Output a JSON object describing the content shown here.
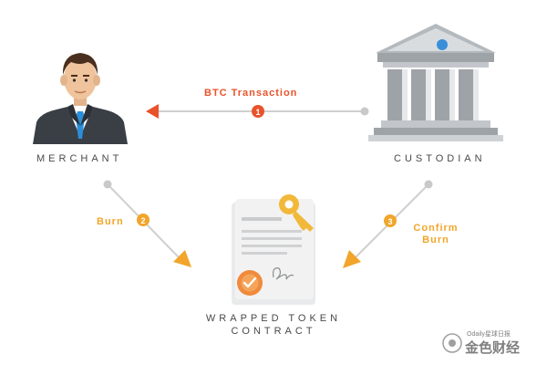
{
  "nodes": {
    "merchant": {
      "label": "MERCHANT"
    },
    "custodian": {
      "label": "CUSTODIAN"
    },
    "contract": {
      "label_line1": "WRAPPED TOKEN",
      "label_line2": "CONTRACT"
    }
  },
  "flows": [
    {
      "step": "1",
      "label": "BTC Transaction",
      "color": "#e8532b"
    },
    {
      "step": "2",
      "label": "Burn",
      "color": "#f2a52a"
    },
    {
      "step": "3",
      "label_line1": "Confirm",
      "label_line2": "Burn",
      "color": "#f2a52a"
    }
  ],
  "colors": {
    "line": "#cfcfcf",
    "red_accent": "#e8532b",
    "orange_accent": "#f2a52a",
    "bank_gray": "#9ea3a8",
    "key_gold": "#f2b83a",
    "seal_orange": "#f08a3c"
  },
  "watermark": {
    "text": "金色财经",
    "small_text": "Odaily星球日报"
  }
}
